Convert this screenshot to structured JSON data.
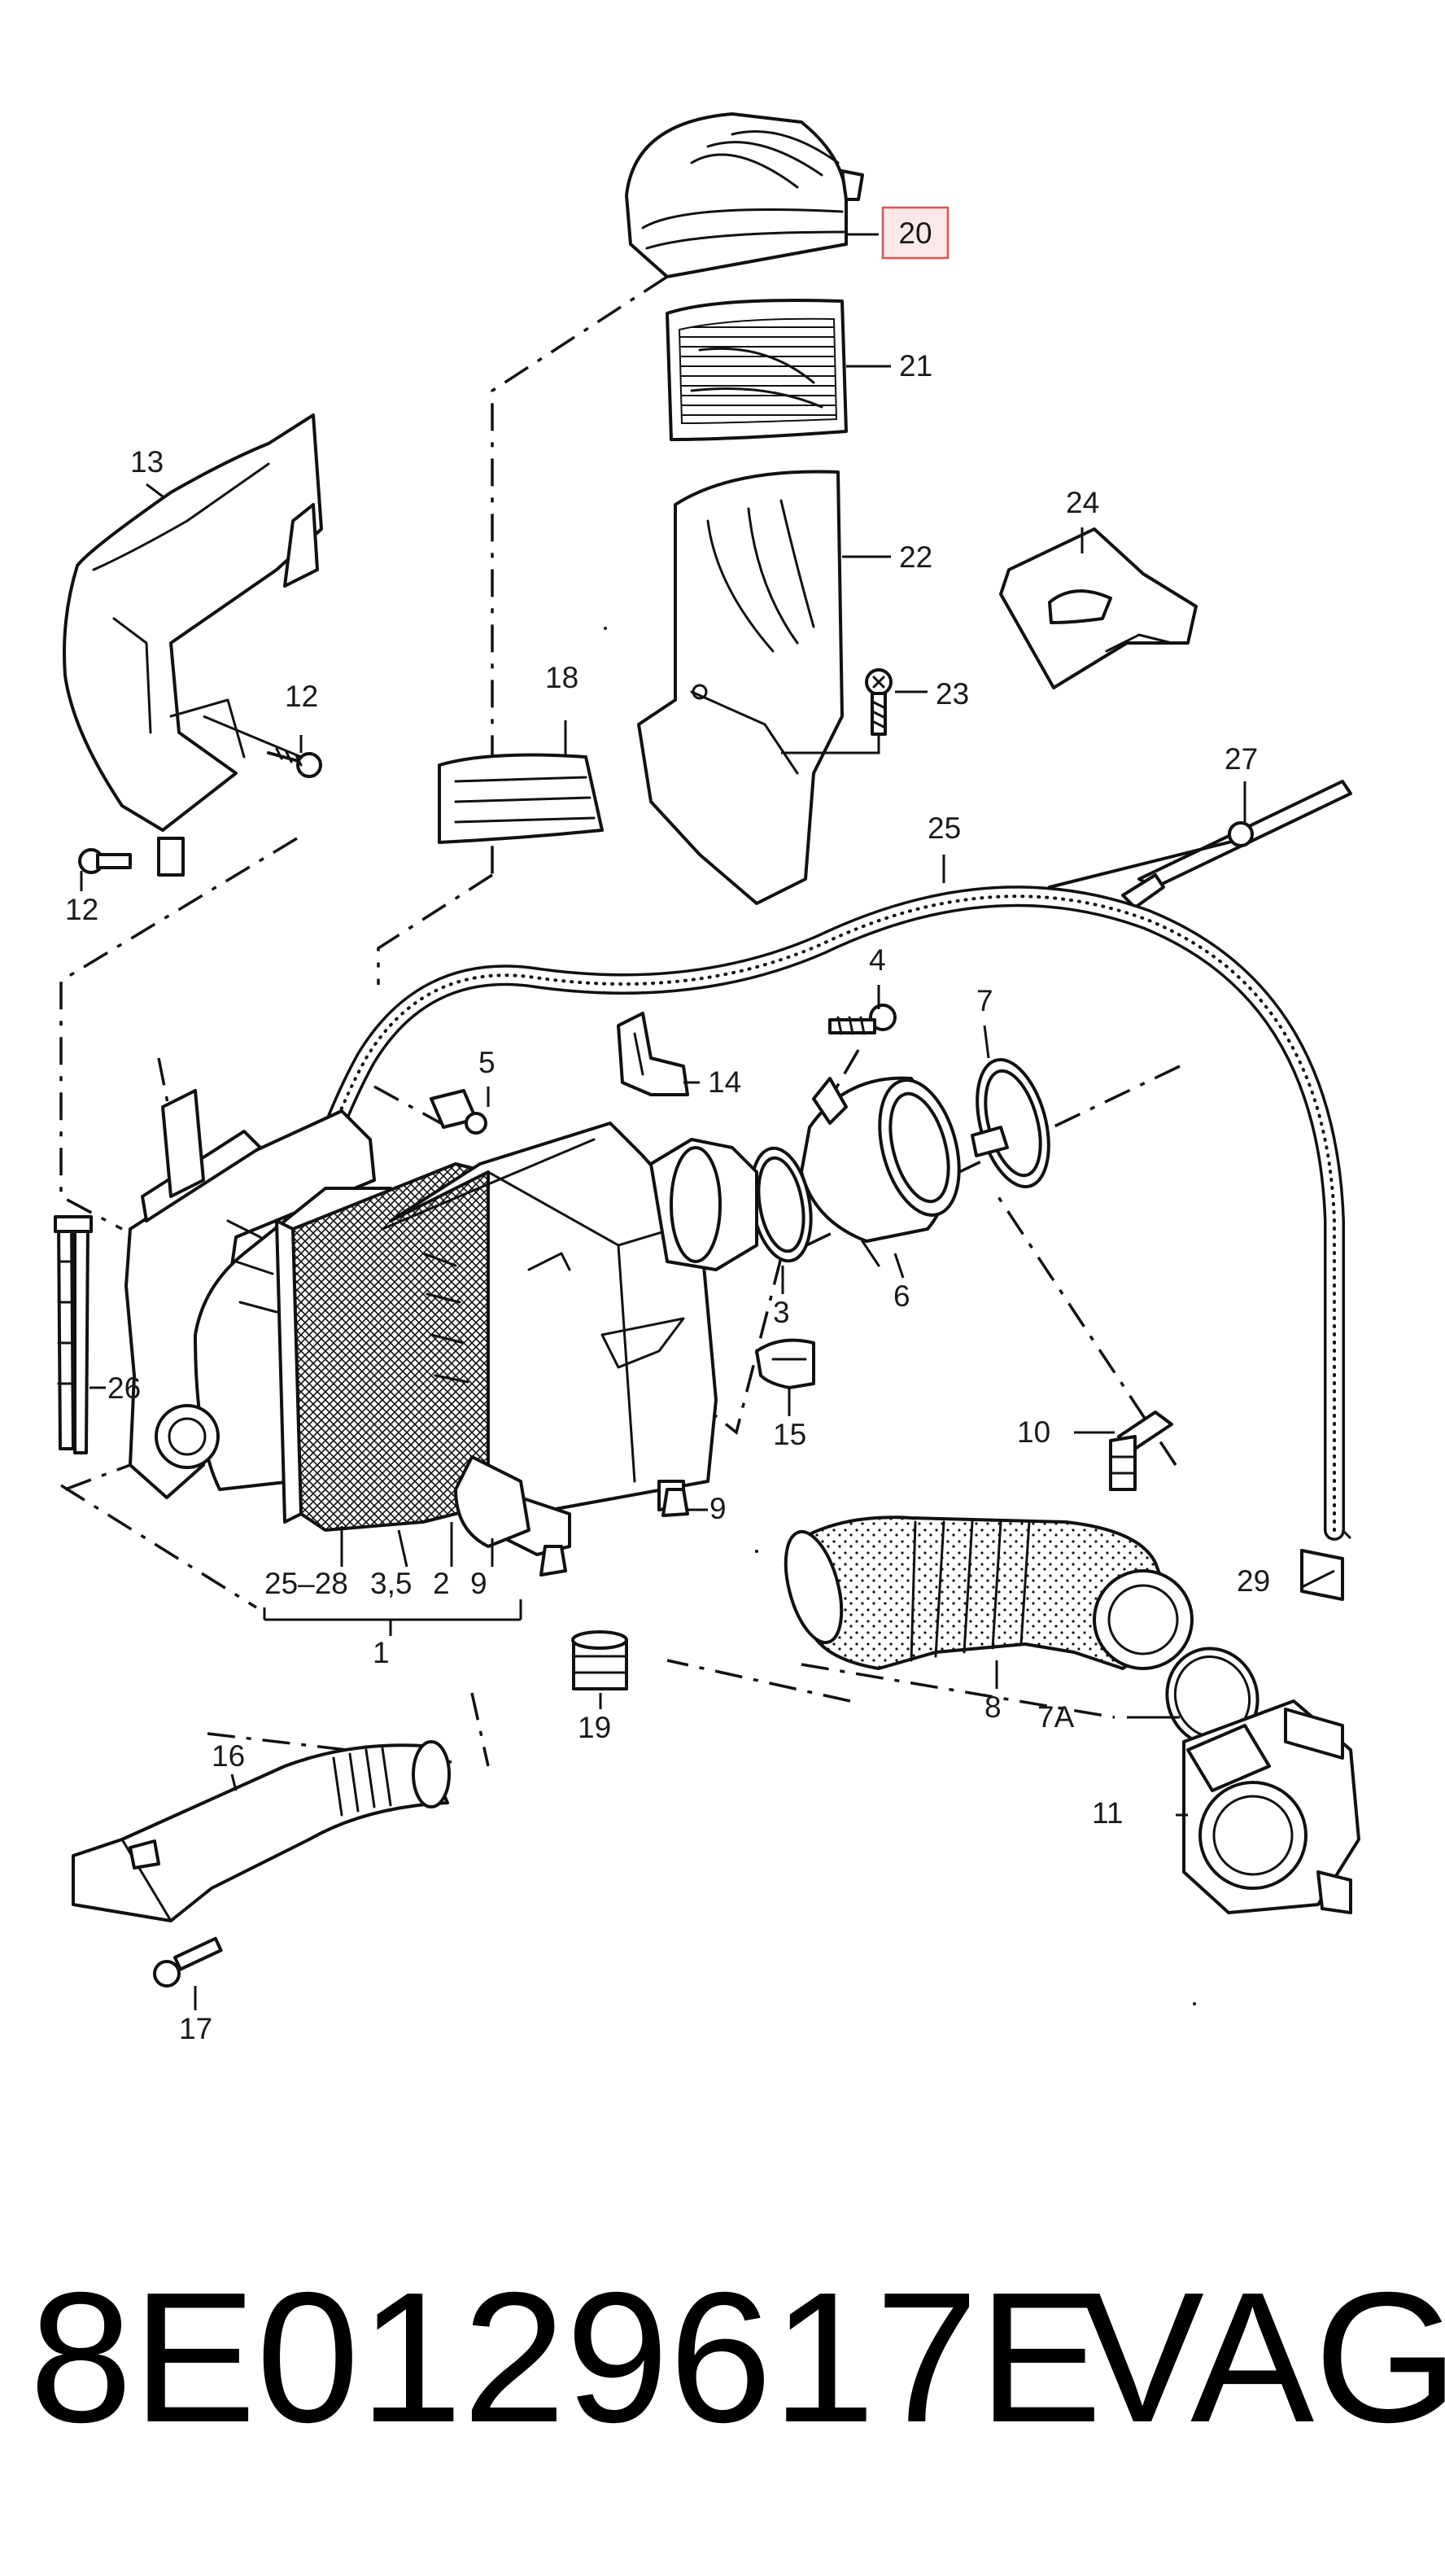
{
  "diagram": {
    "highlight_color": "#e05050",
    "highlight_fill": "#fbe9e9",
    "line_color": "#111111",
    "labels": {
      "p20": "20",
      "p21": "21",
      "p22": "22",
      "p23": "23",
      "p24": "24",
      "p13": "13",
      "p12a": "12",
      "p12b": "12",
      "p18": "18",
      "p27": "27",
      "p25": "25",
      "p4": "4",
      "p7": "7",
      "p5": "5",
      "p14": "14",
      "p3": "3",
      "p6": "6",
      "p26": "26",
      "p15": "15",
      "p10": "10",
      "p9": "9",
      "p25_28": "25–28",
      "p3_5": "3,5",
      "p2": "2",
      "p9b": "9",
      "p1": "1",
      "p29": "29",
      "p19": "19",
      "p8": "8",
      "p7a": "7A",
      "p11": "11",
      "p16": "16",
      "p17": "17"
    }
  },
  "footer": {
    "part_number": "8E0129617E",
    "brand": "VAG"
  }
}
